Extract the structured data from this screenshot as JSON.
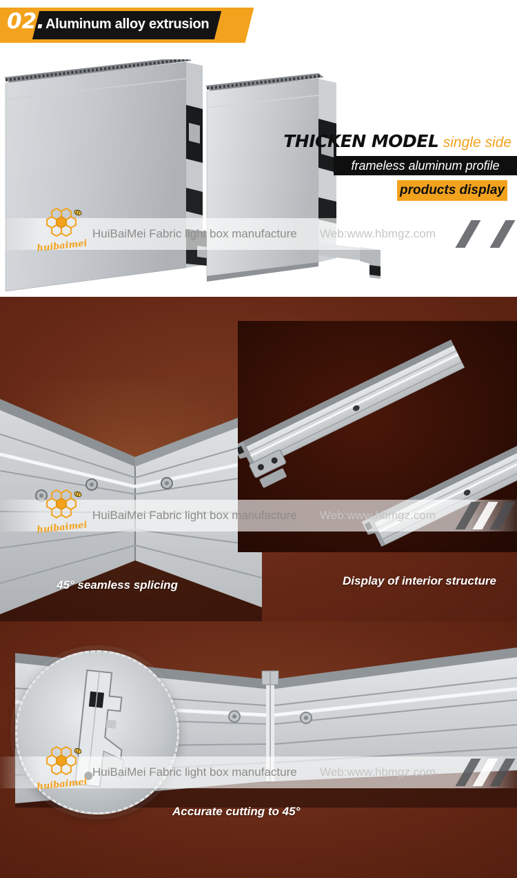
{
  "colors": {
    "accent_orange": "#f2a21d",
    "banner_black": "#141414",
    "background_maroon": "#5d2113",
    "aluminum_gray": "#c6cacd"
  },
  "header": {
    "number": "02.",
    "title": "Aluminum alloy extrusion"
  },
  "section1": {
    "headline_bold": "THICKEN MODEL",
    "headline_accent": "single side",
    "subheadline": "frameless aluminum profile",
    "badge": "products display"
  },
  "watermark": {
    "logo_text": "huibaimei",
    "brand": "HuiBaiMei Fabric light box manufacture",
    "web": "Web:www.hbmgz.com"
  },
  "section2": {
    "caption_left": "45° seamless splicing",
    "caption_right": "Display of interior structure"
  },
  "section3": {
    "caption": "Accurate cutting to 45°"
  }
}
